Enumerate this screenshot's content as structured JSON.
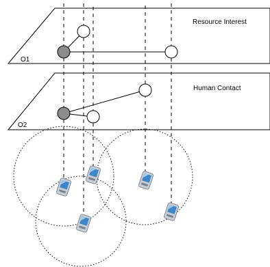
{
  "planes": {
    "top": {
      "label": "Resource Interest",
      "short_label": "O1"
    },
    "bottom": {
      "label": "Human Contact",
      "short_label": "O2"
    }
  },
  "devices": [
    {
      "name": "pda-device",
      "icon": "pda-icon"
    },
    {
      "name": "pda-device",
      "icon": "pda-icon"
    },
    {
      "name": "pda-device",
      "icon": "pda-icon"
    },
    {
      "name": "pda-device",
      "icon": "pda-icon"
    },
    {
      "name": "pda-device",
      "icon": "pda-icon"
    }
  ],
  "colors": {
    "owner_node": "#8c8c8c",
    "peer_node": "#ffffff",
    "device_screen": "#3f86c8"
  }
}
